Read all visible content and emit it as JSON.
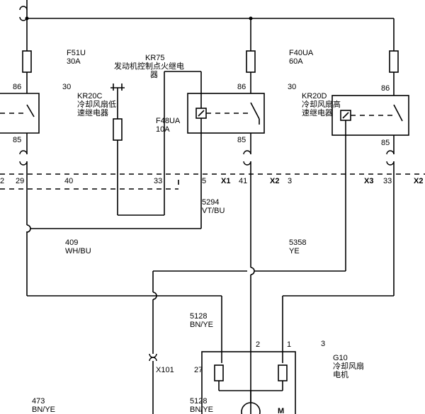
{
  "diagram": {
    "fuses": {
      "f51u": {
        "name": "F51U",
        "rating": "30A"
      },
      "f48ua": {
        "name": "F48UA",
        "rating": "10A"
      },
      "f40ua": {
        "name": "F40UA",
        "rating": "60A"
      }
    },
    "relays": {
      "kr75": {
        "id": "KR75",
        "name_line1": "发动机控制点火继电",
        "name_line2": "器"
      },
      "kr20c": {
        "id": "KR20C",
        "name_line1": "冷却风扇低",
        "name_line2": "速继电器"
      },
      "kr20d": {
        "id": "KR20D",
        "name_line1": "冷却风扇高",
        "name_line2": "速继电器"
      }
    },
    "pins": {
      "left_86": "86",
      "left_30": "30",
      "left_85": "85",
      "mid_86": "86",
      "mid_30": "30",
      "mid_85": "85",
      "right_86": "86",
      "right_85": "85"
    },
    "connector_pins": {
      "p2_left": "2",
      "p29": "29",
      "p40": "40",
      "p33_a": "33",
      "p5": "5",
      "x1": "X1",
      "p41": "41",
      "x2_a": "X2",
      "p3_a": "3",
      "x3": "X3",
      "p33_b": "33",
      "x2_b": "X2"
    },
    "wires": {
      "w5294": {
        "circuit": "5294",
        "color": "VT/BU"
      },
      "w409": {
        "circuit": "409",
        "color": "WH/BU"
      },
      "w5358": {
        "circuit": "5358",
        "color": "YE"
      },
      "w5128_top": {
        "circuit": "5128",
        "color": "BN/YE"
      },
      "w5128_bottom": {
        "circuit": "5128",
        "color": "BN/YE"
      },
      "w473": {
        "circuit": "473",
        "color": "BN/YE"
      }
    },
    "connectors": {
      "x101": "X101",
      "pin27": "27"
    },
    "fan_motor": {
      "id": "G10",
      "name_line1": "冷却风扇",
      "name_line2": "电机",
      "pin2": "2",
      "pin1": "1",
      "pin3": "3",
      "motor_symbol": "M"
    }
  }
}
